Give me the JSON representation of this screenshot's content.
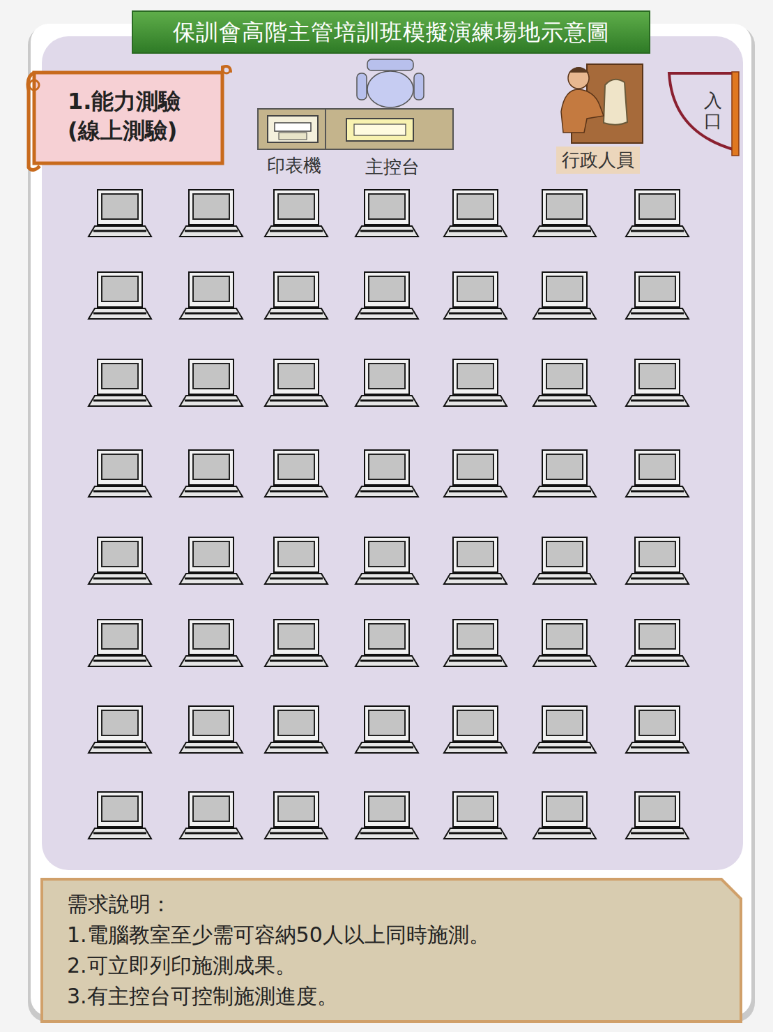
{
  "diagram": {
    "title": "保訓會高階主管培訓班模擬演練場地示意圖",
    "nodes": [
      {
        "text": [
          "1.能力測驗 (線上測驗)"
        ]
      },
      {
        "text": [
          "需求說明：",
          "1.電腦教室至少需可容納50人以上同時施測。",
          "2.可立即列印施測成果。",
          "3.有主控台可控制施測進度。"
        ]
      }
    ],
    "labels": [
      "印表機",
      "主控台",
      "行政人員",
      "入口"
    ]
  }
}
